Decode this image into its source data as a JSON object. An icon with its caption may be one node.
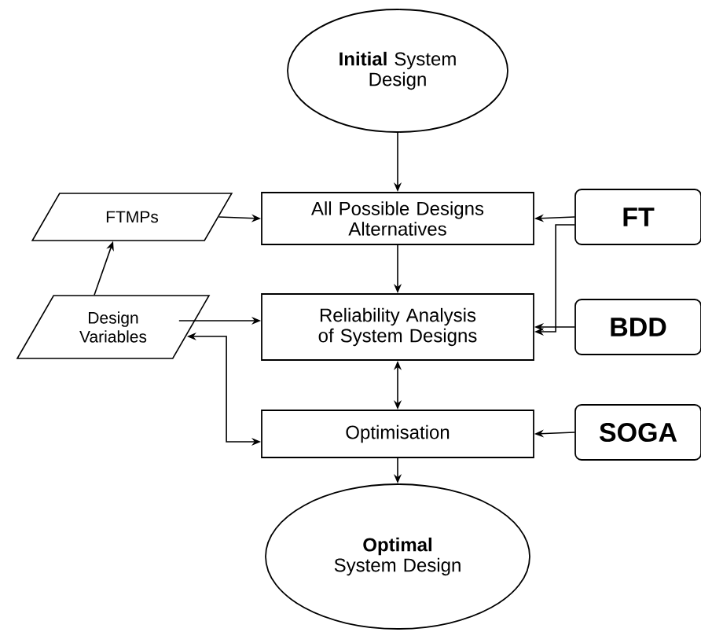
{
  "diagram": {
    "nodes": [
      {
        "text": [
          "**Initial** System Design"
        ]
      },
      {
        "text": [
          "FTMPs"
        ]
      },
      {
        "text": [
          "All Possible Designs Alternatives"
        ]
      },
      {
        "text": [
          "FT"
        ]
      },
      {
        "text": [
          "Design Variables"
        ]
      },
      {
        "text": [
          "Reliability Analysis of System Designs"
        ]
      },
      {
        "text": [
          "BDD"
        ]
      },
      {
        "text": [
          "Optimisation"
        ]
      },
      {
        "text": [
          "SOGA"
        ]
      },
      {
        "text": [
          "**Optimal** System Design"
        ]
      }
    ],
    "edges": [
      {
        "from": 0,
        "to": 2,
        "arrow": "to"
      },
      {
        "from": 1,
        "to": 2,
        "arrow": "to"
      },
      {
        "from": 3,
        "to": 2,
        "arrow": "to"
      },
      {
        "from": 3,
        "to": 5,
        "arrow": "to"
      },
      {
        "from": 4,
        "to": 1,
        "arrow": "to"
      },
      {
        "from": 4,
        "to": 5,
        "arrow": "to"
      },
      {
        "from": 6,
        "to": 5,
        "arrow": "to"
      },
      {
        "from": 2,
        "to": 5,
        "arrow": "to"
      },
      {
        "from": 5,
        "to": 7,
        "arrow": "both"
      },
      {
        "from": 7,
        "to": 4,
        "arrow": "both"
      },
      {
        "from": 8,
        "to": 7,
        "arrow": "to"
      },
      {
        "from": 7,
        "to": 9,
        "arrow": "to"
      }
    ]
  }
}
